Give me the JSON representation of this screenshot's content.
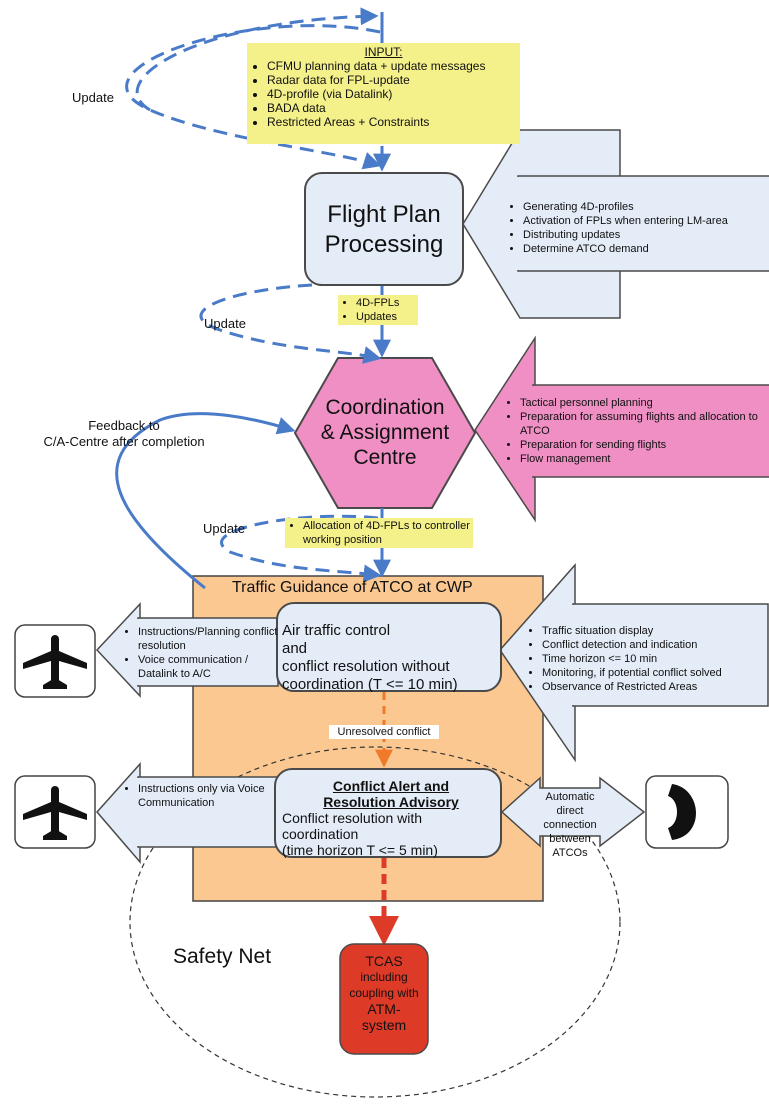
{
  "input": {
    "heading": "INPUT:",
    "items": [
      "CFMU planning data + update messages",
      "Radar data for FPL-update",
      "4D-profile (via Datalink)",
      "BADA data",
      "Restricted Areas + Constraints"
    ]
  },
  "update_labels": [
    "Update",
    "Update",
    "Update"
  ],
  "fpp": {
    "title_line1": "Flight Plan",
    "title_line2": "Processing",
    "tasks": [
      "Generating 4D-profiles",
      "Activation of FPLs when entering LM-area",
      "Distributing updates",
      "Determine ATCO demand"
    ],
    "output": [
      "4D-FPLs",
      "Updates"
    ]
  },
  "cac": {
    "title_line1": "Coordination",
    "title_line2": "& Assignment",
    "title_line3": "Centre",
    "tasks": [
      "Tactical personnel planning",
      "Preparation for assuming flights and allocation to ATCO",
      "Preparation for sending flights",
      "Flow management"
    ],
    "output": [
      "Allocation of 4D-FPLs to controller working position"
    ],
    "feedback_line1": "Feedback to",
    "feedback_line2": "C/A-Centre after completion"
  },
  "cwp": {
    "title": "Traffic Guidance of ATCO at CWP",
    "atc_line1": "Air traffic control",
    "atc_line2": "and",
    "atc_line3": "conflict resolution without",
    "atc_line4": "coordination (T <= 10 min)",
    "instructions": [
      "Instructions/Planning conflict resolution",
      "Voice communication / Datalink to A/C"
    ],
    "display": [
      "Traffic situation display",
      "Conflict detection and indication",
      "Time horizon <= 10 min",
      "Monitoring, if potential conflict solved",
      "Observance of Restricted Areas"
    ],
    "unresolved": "Unresolved conflict"
  },
  "alert": {
    "title_line1": "Conflict Alert and",
    "title_line2": "Resolution Advisory",
    "body_line1": "Conflict resolution with",
    "body_line2": "coordination",
    "body_line3": "(time horizon T <= 5 min)",
    "instructions": [
      "Instructions only via Voice Communication"
    ],
    "connection": "Automatic direct connection between ATCOs"
  },
  "safety_net": "Safety Net",
  "tcas": {
    "line1": "TCAS",
    "line2": "including",
    "line3": "coupling with",
    "line4": "ATM-",
    "line5": "system"
  },
  "colors": {
    "blue_box": "#e3ecf7",
    "yellow_note": "#f4f08a",
    "pink": "#ef8fc4",
    "orange_area": "#fbc891",
    "tcas_red": "#de3a28",
    "arrow_blue": "#4a7bc8",
    "arrow_orange": "#f07a2a"
  },
  "icons": [
    "airplane-icon",
    "airplane-icon",
    "telephone-icon"
  ]
}
